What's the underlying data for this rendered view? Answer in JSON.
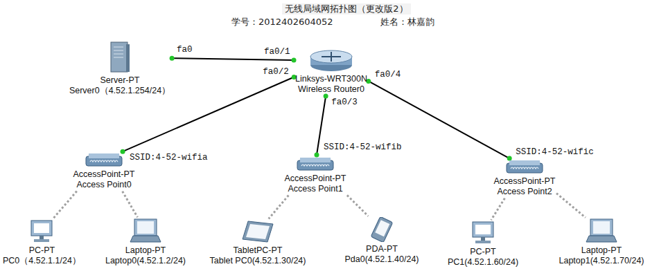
{
  "diagram": {
    "title": "无线局域网拓扑图（更改版2）",
    "nodes": [
      {
        "text": [
          "Server-PT",
          "Server0（4.52.1.254/24）"
        ]
      },
      {
        "text": [
          "Linksys-WRT300N",
          "Wireless Router0"
        ]
      },
      {
        "text": [
          "AccessPoint-PT",
          "Access Point0"
        ]
      },
      {
        "text": [
          "AccessPoint-PT",
          "Access Point1"
        ]
      },
      {
        "text": [
          "AccessPoint-PT",
          "Access Point2"
        ]
      },
      {
        "text": [
          "PC-PT",
          "PC0（4.52.1.1/24）"
        ]
      },
      {
        "text": [
          "Laptop-PT",
          "Laptop0(4.52.1.2/24)"
        ]
      },
      {
        "text": [
          "TabletPC-PT",
          "Tablet PC0(4.52.1.30/24)"
        ]
      },
      {
        "text": [
          "PDA-PT",
          "Pda0(4.52.1.40/24)"
        ]
      },
      {
        "text": [
          "PC-PT",
          "PC1(4.52.1.60/24)"
        ]
      },
      {
        "text": [
          "Laptop-PT",
          "Laptop1(4.52.1.70/24)"
        ]
      }
    ],
    "edges": [
      {
        "from": 0,
        "to": 1,
        "arrow": "none"
      },
      {
        "from": 1,
        "to": 2,
        "arrow": "none"
      },
      {
        "from": 1,
        "to": 3,
        "arrow": "none"
      },
      {
        "from": 1,
        "to": 4,
        "arrow": "none"
      },
      {
        "from": 2,
        "to": 5,
        "arrow": "none"
      },
      {
        "from": 2,
        "to": 6,
        "arrow": "none"
      },
      {
        "from": 3,
        "to": 7,
        "arrow": "none"
      },
      {
        "from": 3,
        "to": 8,
        "arrow": "none"
      },
      {
        "from": 4,
        "to": 9,
        "arrow": "none"
      },
      {
        "from": 4,
        "to": 10,
        "arrow": "none"
      }
    ],
    "labels": [
      "学号：2012402604052",
      "姓名：林嘉韵",
      "fa0",
      "fa0/1",
      "fa0/2",
      "fa0/3",
      "fa0/4",
      "SSID:4-52-wifia",
      "SSID:4-52-wifib",
      "SSID:4-52-wific"
    ]
  }
}
